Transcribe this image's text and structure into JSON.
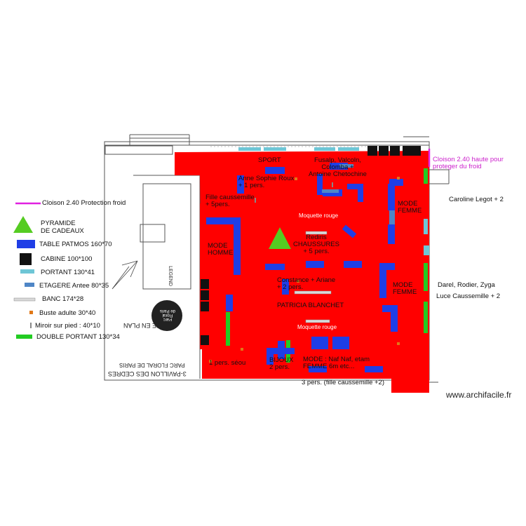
{
  "legend": {
    "cloison": "Cloison 2.40 Protection froid",
    "pyramide": "PYRAMIDE\nDE CADEAUX",
    "table": "TABLE PATMOS 160*70",
    "cabine": "CABINE 100*100",
    "portant": "PORTANT 130*41",
    "etagere": "ETAGERE Antee 80*35",
    "banc": "BANC 174*28",
    "buste": "Buste adulte 30*40",
    "miroir": "Miroir sur pied : 40*10",
    "double_portant": "DOUBLE PORTANT 130*34"
  },
  "colors": {
    "floor": "#ff0000",
    "table": "#1f3ee6",
    "cloison": "#e020e0",
    "pyramide": "#55cc22",
    "portant": "#6ec6d6",
    "double_portant": "#22cc22",
    "cabine": "#111111",
    "etagere": "#4f86c6",
    "buste": "#e07818"
  },
  "labels": {
    "sport": "SPORT",
    "fusalp": "Fusalp, Valcoln,\nColomba +\nAntoine Chetochine",
    "anne": "Anne Sophie Roux\n+ 1 pers.",
    "fille": "Fille caussemille\n+ 5pers.",
    "moquette1": "Moquette rouge",
    "mode_homme": "MODE\nHOMME",
    "rediris": "Rediris\nCHAUSSURES\n+ 5 pers.",
    "mode_femme_top": "MODE\nFEMME",
    "mode_femme_right": "MODE\nFEMME",
    "constance": "Constance + Ariane\n+ 2 pers.",
    "patricia": "PATRICIA BLANCHET",
    "moquette2": "Moquette rouge",
    "pers_seou": "1 pers. séou",
    "bijoux": "BIJOUX\n2 pers.",
    "mode_femme_bottom": "MODE : Naf Naf, etam\nFEMME 6m etc...",
    "trois_pers": "3 pers. (fille caussemille +2)",
    "caroline": "Caroline Legot + 2",
    "darel": "Darel, Rodier, Zyga",
    "luce": "Luce Caussemille + 2",
    "cloison_right": "Cloison 2.40 haute pour\nproteger du froid",
    "watermark": "www.archifacile.fr",
    "vue_en_plan": "VUE EN PLAN",
    "pavillon": "3-PAVILLON DES CEDRES",
    "parc": "PARC FLORAL DE PARIS",
    "legend_word": "LEGEND",
    "logo_text": "Parc\nFloral\nde Paris"
  }
}
